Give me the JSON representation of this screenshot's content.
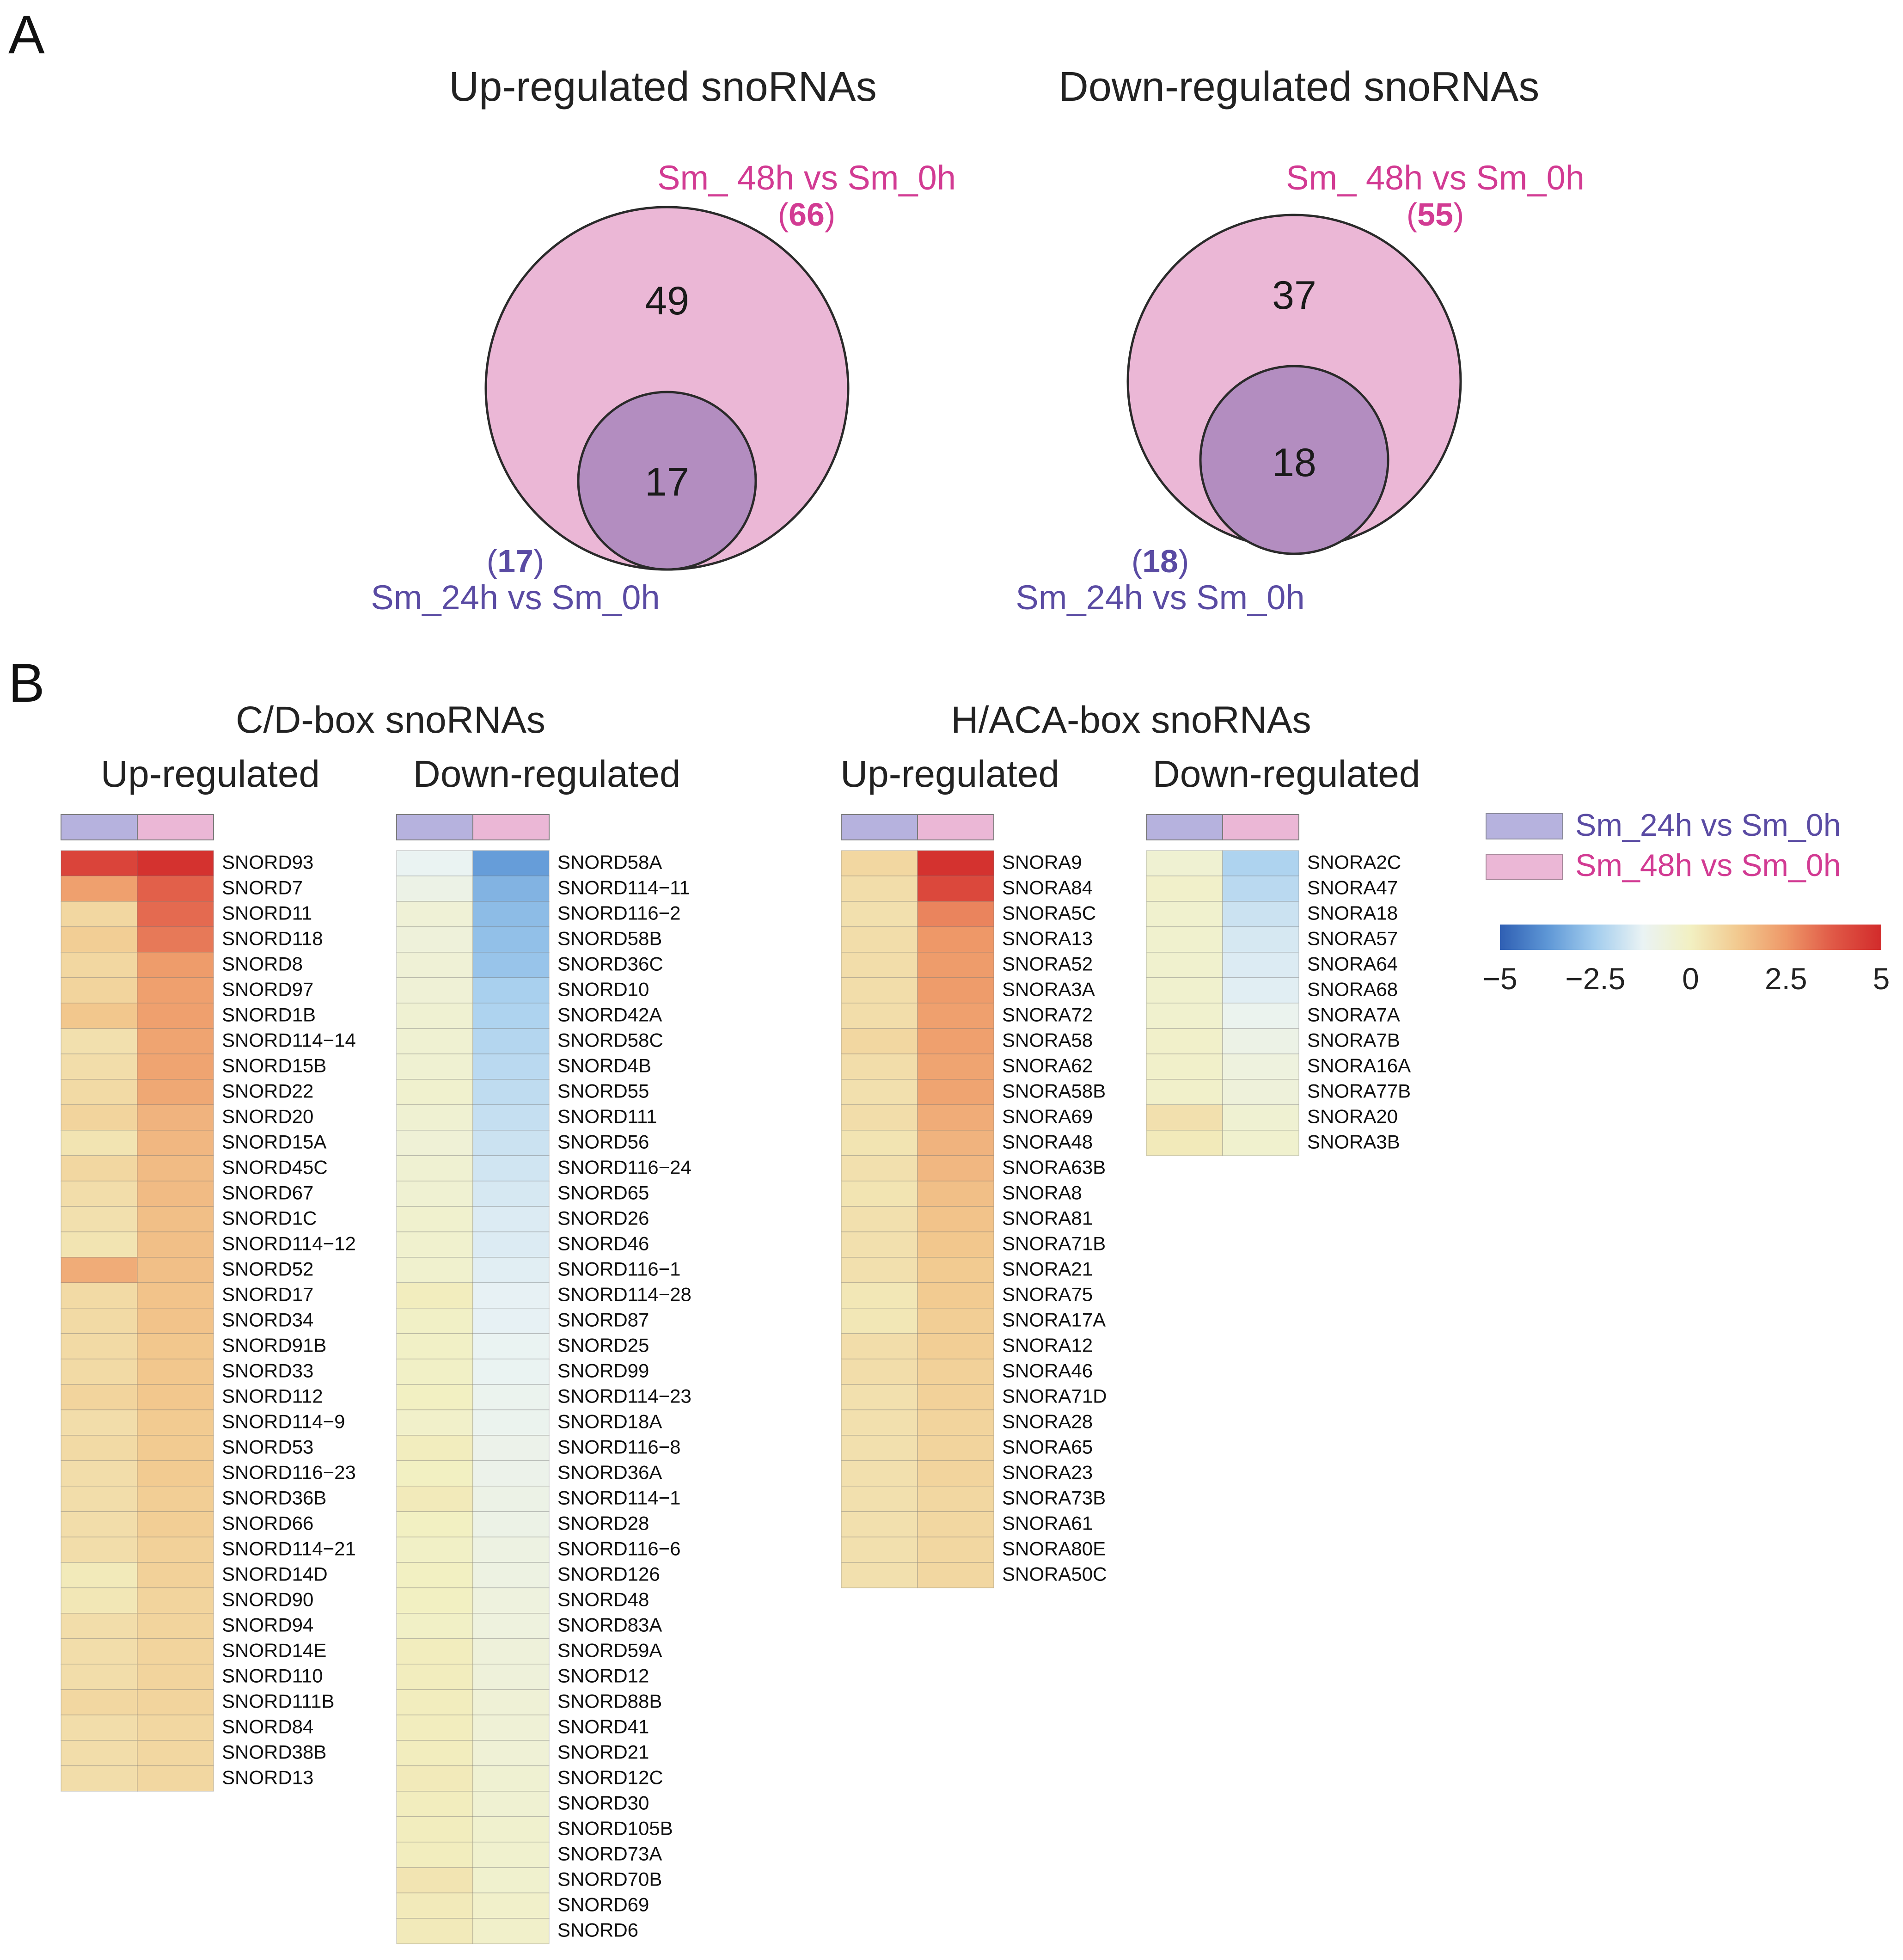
{
  "panels": {
    "a_label": "A",
    "b_label": "B"
  },
  "venn": {
    "up": {
      "title": "Up-regulated snoRNAs",
      "outer_label": "Sm_ 48h vs Sm_0h",
      "outer_total": "66",
      "outer_only": "49",
      "inner_label": "Sm_24h vs Sm_0h",
      "inner_total": "17",
      "overlap": "17"
    },
    "down": {
      "title": "Down-regulated snoRNAs",
      "outer_label": "Sm_ 48h vs Sm_0h",
      "outer_total": "55",
      "outer_only": "37",
      "inner_label": "Sm_24h vs Sm_0h",
      "inner_total": "18",
      "overlap": "18"
    },
    "colors": {
      "outer_fill": "#EBB7D6",
      "inner_fill": "#B38DC0",
      "outer_text": "#D23B93",
      "inner_text": "#5A4BA3"
    }
  },
  "heatmaps": {
    "cd_title": "C/D-box snoRNAs",
    "haca_title": "H/ACA-box snoRNAs",
    "up_label": "Up-regulated",
    "down_label": "Down-regulated",
    "legend": {
      "items": [
        {
          "label": "Sm_24h vs Sm_0h",
          "color": "#B6B2DE",
          "text_color": "#5A4BA3"
        },
        {
          "label": "Sm_48h vs Sm_0h",
          "color": "#EBB7D6",
          "text_color": "#D23B93"
        }
      ],
      "scale_min": -5,
      "scale_max": 5,
      "ticks": [
        "−5",
        "−2.5",
        "0",
        "2.5",
        "5"
      ],
      "colormap": [
        "#2F5FB3",
        "#5E97D6",
        "#A3CDEE",
        "#EAF3F4",
        "#F2F0C2",
        "#F2C98F",
        "#EE9868",
        "#E05846",
        "#D22B2B"
      ]
    }
  },
  "chart_data": [
    {
      "type": "venn",
      "title": "Up-regulated snoRNAs",
      "sets": [
        {
          "name": "Sm_ 48h vs Sm_0h",
          "total": 66,
          "only": 49
        },
        {
          "name": "Sm_24h vs Sm_0h",
          "total": 17,
          "only": 0
        }
      ],
      "overlap": 17
    },
    {
      "type": "venn",
      "title": "Down-regulated snoRNAs",
      "sets": [
        {
          "name": "Sm_ 48h vs Sm_0h",
          "total": 55,
          "only": 37
        },
        {
          "name": "Sm_24h vs Sm_0h",
          "total": 18,
          "only": 0
        }
      ],
      "overlap": 18
    },
    {
      "type": "heatmap",
      "title": "C/D-box snoRNAs",
      "subtitle": "Up-regulated",
      "columns": [
        "Sm_24h vs Sm_0h",
        "Sm_48h vs Sm_0h"
      ],
      "rows": [
        "SNORD93",
        "SNORD7",
        "SNORD11",
        "SNORD118",
        "SNORD8",
        "SNORD97",
        "SNORD1B",
        "SNORD114−14",
        "SNORD15B",
        "SNORD22",
        "SNORD20",
        "SNORD15A",
        "SNORD45C",
        "SNORD67",
        "SNORD1C",
        "SNORD114−12",
        "SNORD52",
        "SNORD17",
        "SNORD34",
        "SNORD91B",
        "SNORD33",
        "SNORD112",
        "SNORD114−9",
        "SNORD53",
        "SNORD116−23",
        "SNORD36B",
        "SNORD66",
        "SNORD114−21",
        "SNORD14D",
        "SNORD90",
        "SNORD94",
        "SNORD14E",
        "SNORD110",
        "SNORD111B",
        "SNORD84",
        "SNORD38B",
        "SNORD13"
      ],
      "values": [
        [
          4.3,
          4.8
        ],
        [
          2.3,
          3.6
        ],
        [
          0.8,
          3.4
        ],
        [
          1.1,
          3.1
        ],
        [
          0.8,
          2.4
        ],
        [
          0.9,
          2.3
        ],
        [
          1.3,
          2.3
        ],
        [
          0.5,
          2.2
        ],
        [
          0.6,
          2.2
        ],
        [
          0.7,
          2.1
        ],
        [
          0.9,
          1.8
        ],
        [
          0.4,
          1.7
        ],
        [
          0.8,
          1.6
        ],
        [
          0.6,
          1.6
        ],
        [
          0.5,
          1.5
        ],
        [
          0.4,
          1.5
        ],
        [
          2.0,
          1.5
        ],
        [
          0.7,
          1.4
        ],
        [
          0.7,
          1.4
        ],
        [
          0.7,
          1.3
        ],
        [
          0.7,
          1.3
        ],
        [
          0.9,
          1.3
        ],
        [
          0.6,
          1.2
        ],
        [
          0.7,
          1.2
        ],
        [
          0.6,
          1.2
        ],
        [
          0.6,
          1.1
        ],
        [
          0.6,
          1.1
        ],
        [
          0.6,
          1.0
        ],
        [
          0.2,
          1.0
        ],
        [
          0.3,
          0.9
        ],
        [
          0.6,
          0.9
        ],
        [
          0.6,
          0.9
        ],
        [
          0.6,
          0.9
        ],
        [
          0.8,
          0.9
        ],
        [
          0.6,
          0.8
        ],
        [
          0.6,
          0.8
        ],
        [
          0.6,
          0.8
        ]
      ]
    },
    {
      "type": "heatmap",
      "title": "C/D-box snoRNAs",
      "subtitle": "Down-regulated",
      "columns": [
        "Sm_24h vs Sm_0h",
        "Sm_48h vs Sm_0h"
      ],
      "rows": [
        "SNORD58A",
        "SNORD114−11",
        "SNORD116−2",
        "SNORD58B",
        "SNORD36C",
        "SNORD10",
        "SNORD42A",
        "SNORD58C",
        "SNORD4B",
        "SNORD55",
        "SNORD111",
        "SNORD56",
        "SNORD116−24",
        "SNORD65",
        "SNORD26",
        "SNORD46",
        "SNORD116−1",
        "SNORD114−28",
        "SNORD87",
        "SNORD25",
        "SNORD99",
        "SNORD114−23",
        "SNORD18A",
        "SNORD116−8",
        "SNORD36A",
        "SNORD114−1",
        "SNORD28",
        "SNORD116−6",
        "SNORD126",
        "SNORD48",
        "SNORD83A",
        "SNORD59A",
        "SNORD12",
        "SNORD88B",
        "SNORD41",
        "SNORD21",
        "SNORD12C",
        "SNORD30",
        "SNORD105B",
        "SNORD73A",
        "SNORD70B",
        "SNORD69",
        "SNORD6"
      ],
      "values": [
        [
          -1.2,
          -3.6
        ],
        [
          -0.9,
          -3.1
        ],
        [
          -0.5,
          -2.9
        ],
        [
          -0.6,
          -2.8
        ],
        [
          -0.5,
          -2.7
        ],
        [
          -0.5,
          -2.4
        ],
        [
          -0.4,
          -2.3
        ],
        [
          -0.4,
          -2.2
        ],
        [
          -0.4,
          -2.1
        ],
        [
          -0.3,
          -2.0
        ],
        [
          -0.4,
          -1.9
        ],
        [
          -0.5,
          -1.8
        ],
        [
          -0.4,
          -1.7
        ],
        [
          -0.4,
          -1.6
        ],
        [
          -0.3,
          -1.5
        ],
        [
          -0.3,
          -1.5
        ],
        [
          -0.3,
          -1.4
        ],
        [
          0.1,
          -1.3
        ],
        [
          -0.1,
          -1.3
        ],
        [
          -0.1,
          -1.2
        ],
        [
          -0.1,
          -1.2
        ],
        [
          0.0,
          -1.1
        ],
        [
          -0.2,
          -1.1
        ],
        [
          0.1,
          -1.0
        ],
        [
          0.0,
          -1.0
        ],
        [
          0.2,
          -0.9
        ],
        [
          0.0,
          -0.9
        ],
        [
          -0.1,
          -0.8
        ],
        [
          0.0,
          -0.8
        ],
        [
          0.0,
          -0.7
        ],
        [
          -0.1,
          -0.7
        ],
        [
          0.1,
          -0.6
        ],
        [
          0.1,
          -0.6
        ],
        [
          0.1,
          -0.5
        ],
        [
          0.1,
          -0.5
        ],
        [
          0.1,
          -0.5
        ],
        [
          0.2,
          -0.4
        ],
        [
          0.1,
          -0.4
        ],
        [
          0.1,
          -0.3
        ],
        [
          0.1,
          -0.3
        ],
        [
          0.4,
          -0.3
        ],
        [
          0.2,
          -0.2
        ],
        [
          0.2,
          -0.2
        ]
      ]
    },
    {
      "type": "heatmap",
      "title": "H/ACA-box snoRNAs",
      "subtitle": "Up-regulated",
      "columns": [
        "Sm_24h vs Sm_0h",
        "Sm_48h vs Sm_0h"
      ],
      "rows": [
        "SNORA9",
        "SNORA84",
        "SNORA5C",
        "SNORA13",
        "SNORA52",
        "SNORA3A",
        "SNORA72",
        "SNORA58",
        "SNORA62",
        "SNORA58B",
        "SNORA69",
        "SNORA48",
        "SNORA63B",
        "SNORA8",
        "SNORA81",
        "SNORA71B",
        "SNORA21",
        "SNORA75",
        "SNORA17A",
        "SNORA12",
        "SNORA46",
        "SNORA71D",
        "SNORA28",
        "SNORA65",
        "SNORA23",
        "SNORA73B",
        "SNORA61",
        "SNORA80E",
        "SNORA50C"
      ],
      "values": [
        [
          0.8,
          4.8
        ],
        [
          0.6,
          4.2
        ],
        [
          0.5,
          2.9
        ],
        [
          0.6,
          2.5
        ],
        [
          0.6,
          2.4
        ],
        [
          0.6,
          2.4
        ],
        [
          0.6,
          2.3
        ],
        [
          0.8,
          2.3
        ],
        [
          0.6,
          2.2
        ],
        [
          0.5,
          2.2
        ],
        [
          0.6,
          2.0
        ],
        [
          0.4,
          1.8
        ],
        [
          0.5,
          1.7
        ],
        [
          0.4,
          1.5
        ],
        [
          0.5,
          1.4
        ],
        [
          0.5,
          1.3
        ],
        [
          0.5,
          1.2
        ],
        [
          0.3,
          1.2
        ],
        [
          0.3,
          1.1
        ],
        [
          0.6,
          1.1
        ],
        [
          0.6,
          1.0
        ],
        [
          0.5,
          1.0
        ],
        [
          0.5,
          0.9
        ],
        [
          0.5,
          0.9
        ],
        [
          0.5,
          0.9
        ],
        [
          0.5,
          0.8
        ],
        [
          0.5,
          0.8
        ],
        [
          0.5,
          0.8
        ],
        [
          0.5,
          0.8
        ]
      ]
    },
    {
      "type": "heatmap",
      "title": "H/ACA-box snoRNAs",
      "subtitle": "Down-regulated",
      "columns": [
        "Sm_24h vs Sm_0h",
        "Sm_48h vs Sm_0h"
      ],
      "rows": [
        "SNORA2C",
        "SNORA47",
        "SNORA18",
        "SNORA57",
        "SNORA64",
        "SNORA68",
        "SNORA7A",
        "SNORA7B",
        "SNORA16A",
        "SNORA77B",
        "SNORA20",
        "SNORA3B"
      ],
      "values": [
        [
          -0.4,
          -2.3
        ],
        [
          -0.2,
          -2.1
        ],
        [
          -0.3,
          -1.8
        ],
        [
          -0.3,
          -1.6
        ],
        [
          -0.3,
          -1.5
        ],
        [
          -0.3,
          -1.4
        ],
        [
          -0.3,
          -1.1
        ],
        [
          -0.2,
          -0.9
        ],
        [
          -0.2,
          -0.7
        ],
        [
          -0.2,
          -0.6
        ],
        [
          0.5,
          -0.4
        ],
        [
          0.2,
          -0.3
        ]
      ]
    }
  ]
}
